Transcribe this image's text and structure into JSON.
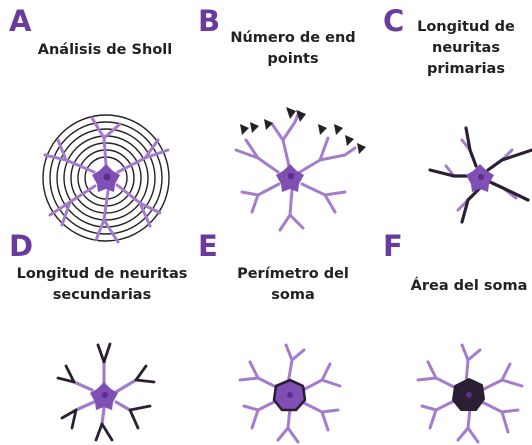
{
  "colors": {
    "accent": "#6a3a9c",
    "neuron": "#a47ccc",
    "soma": "#7f4fb3",
    "dark_outline": "#2b1f33"
  },
  "panels": [
    {
      "letter": "A",
      "title": [
        "Análisis de Sholl"
      ],
      "icon": "sholl-analysis-neuron"
    },
    {
      "letter": "B",
      "title": [
        "Número de end",
        "points"
      ],
      "icon": "end-points-neuron"
    },
    {
      "letter": "C",
      "title": [
        "Longitud de",
        "neuritas",
        "primarias"
      ],
      "icon": "primary-neurites-neuron"
    },
    {
      "letter": "D",
      "title": [
        "Longitud de neuritas",
        "secundarias"
      ],
      "icon": "secondary-neurites-neuron"
    },
    {
      "letter": "E",
      "title": [
        "Perímetro del",
        "soma"
      ],
      "icon": "soma-perimeter-neuron"
    },
    {
      "letter": "F",
      "title": [
        "Área del soma"
      ],
      "icon": "soma-area-neuron"
    }
  ]
}
